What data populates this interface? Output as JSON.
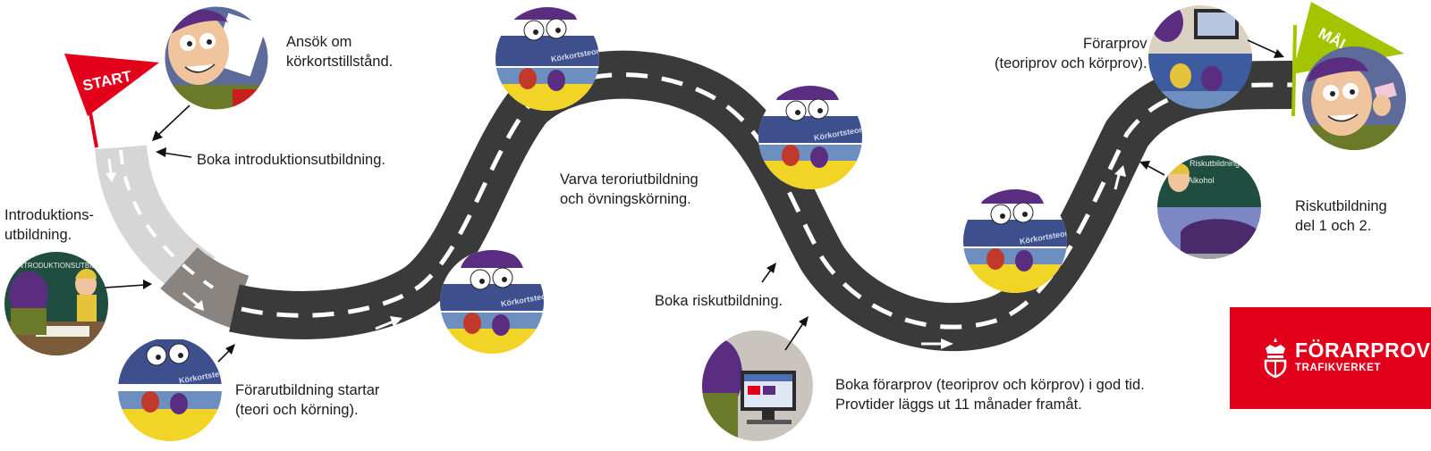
{
  "flags": {
    "start": "START",
    "goal": "MÅL"
  },
  "steps": {
    "apply": "Ansök om\nkörkortstillstånd.",
    "book_intro": "Boka introduktionsutbildning.",
    "intro": "Introduktions-\nutbildning.",
    "training_starts": "Förarutbildning startar\n(teori och körning).",
    "mix": "Varva teroriutbildning\noch övningskörning.",
    "book_risk": "Boka riskutbildning.",
    "book_test": "Boka förarprov (teoriprov och körprov) i god tid.\nProvtider läggs ut 11 månader framåt.",
    "risk": "Riskutbildning\ndel 1 och 2.",
    "driving_test": "Förarprov\n(teoriprov och körprov)."
  },
  "illustration_text": {
    "book_title": "Körkortsteori",
    "board_intro": "INTRODUKTIONSUTBILDNING",
    "board_risk": "Riskutbildning",
    "board_alcohol": "Alkohol"
  },
  "logo": {
    "title": "FÖRARPROV",
    "subtitle": "TRAFIKVERKET"
  },
  "colors": {
    "road": "#3a3a3a",
    "road_intro": "#d6d6d6",
    "road_transition": "#8a8480",
    "flag_start": "#e3001b",
    "flag_goal": "#a4c400",
    "brand": "#e3001b"
  }
}
